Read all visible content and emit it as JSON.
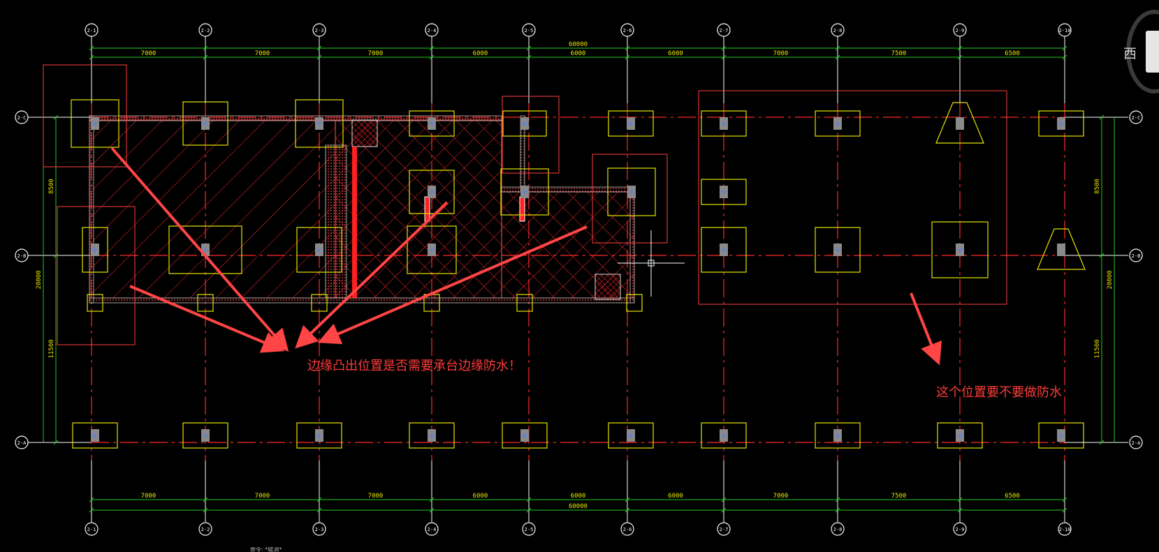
{
  "colors": {
    "background": "#000000",
    "grid_axis": "#ff2a2a",
    "dimension": "#22cc22",
    "pile_cap": "#e6e600",
    "column": "#8a8a8a",
    "annotation": "#ff3b3b",
    "leader": "#ffffff",
    "selection": "#ff4040"
  },
  "axes": {
    "vertical": [
      "2-1",
      "2-2",
      "2-3",
      "2-4",
      "2-5",
      "2-6",
      "2-7",
      "2-8",
      "2-9",
      "2-10"
    ],
    "horizontal": [
      "2-C",
      "2-B",
      "2-A"
    ]
  },
  "dimensions": {
    "top_spans": [
      "7000",
      "7000",
      "7000",
      "6000",
      "6000",
      "6000",
      "7000",
      "7500",
      "6500"
    ],
    "top_total": "60000",
    "bottom_spans": [
      "7000",
      "7000",
      "7000",
      "6000",
      "6000",
      "6000",
      "7000",
      "7500",
      "6500"
    ],
    "bottom_total": "60000",
    "left_spans": [
      "8500",
      "11500"
    ],
    "left_total": "20000",
    "right_spans": [
      "8500",
      "11500"
    ],
    "right_total": "20000"
  },
  "annotations": {
    "note_left": "边缘凸出位置是否需要承台边缘防水！",
    "note_right": "这个位置要不要做防水"
  },
  "viewcube": {
    "label": "西"
  },
  "command_line": {
    "text": "命令: *取消*"
  }
}
